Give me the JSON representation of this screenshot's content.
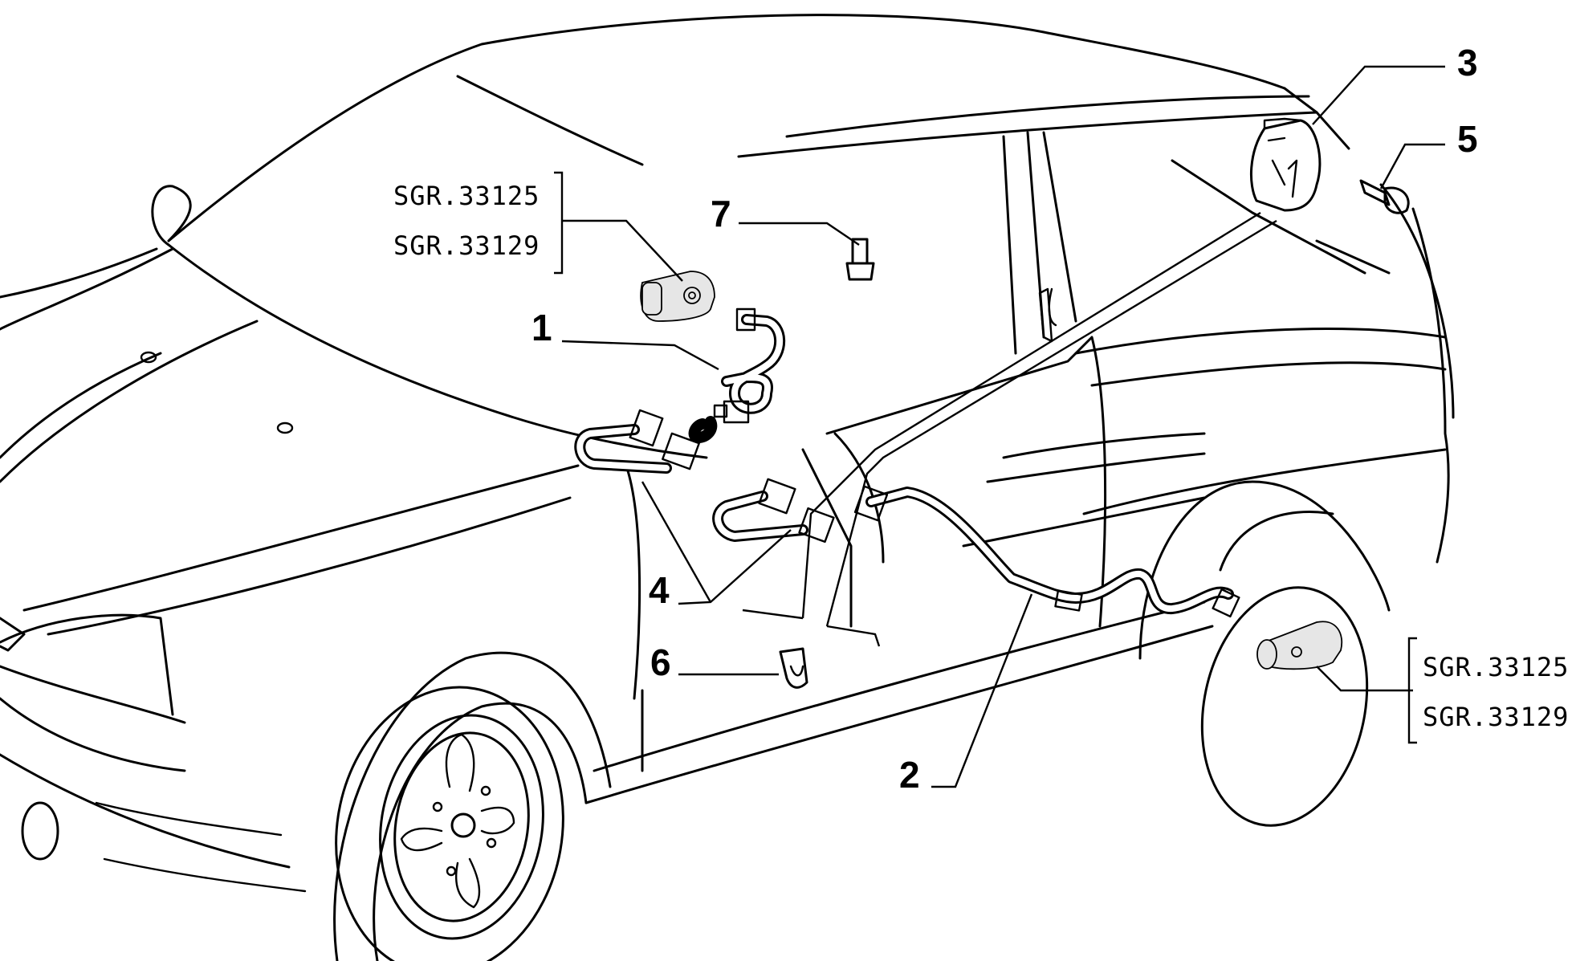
{
  "callouts": {
    "c1": "1",
    "c2": "2",
    "c3": "3",
    "c4": "4",
    "c5": "5",
    "c6": "6",
    "c7": "7"
  },
  "refs": {
    "front": [
      "SGR.33125",
      "SGR.33129"
    ],
    "rear": [
      "SGR.33125",
      "SGR.33129"
    ]
  }
}
